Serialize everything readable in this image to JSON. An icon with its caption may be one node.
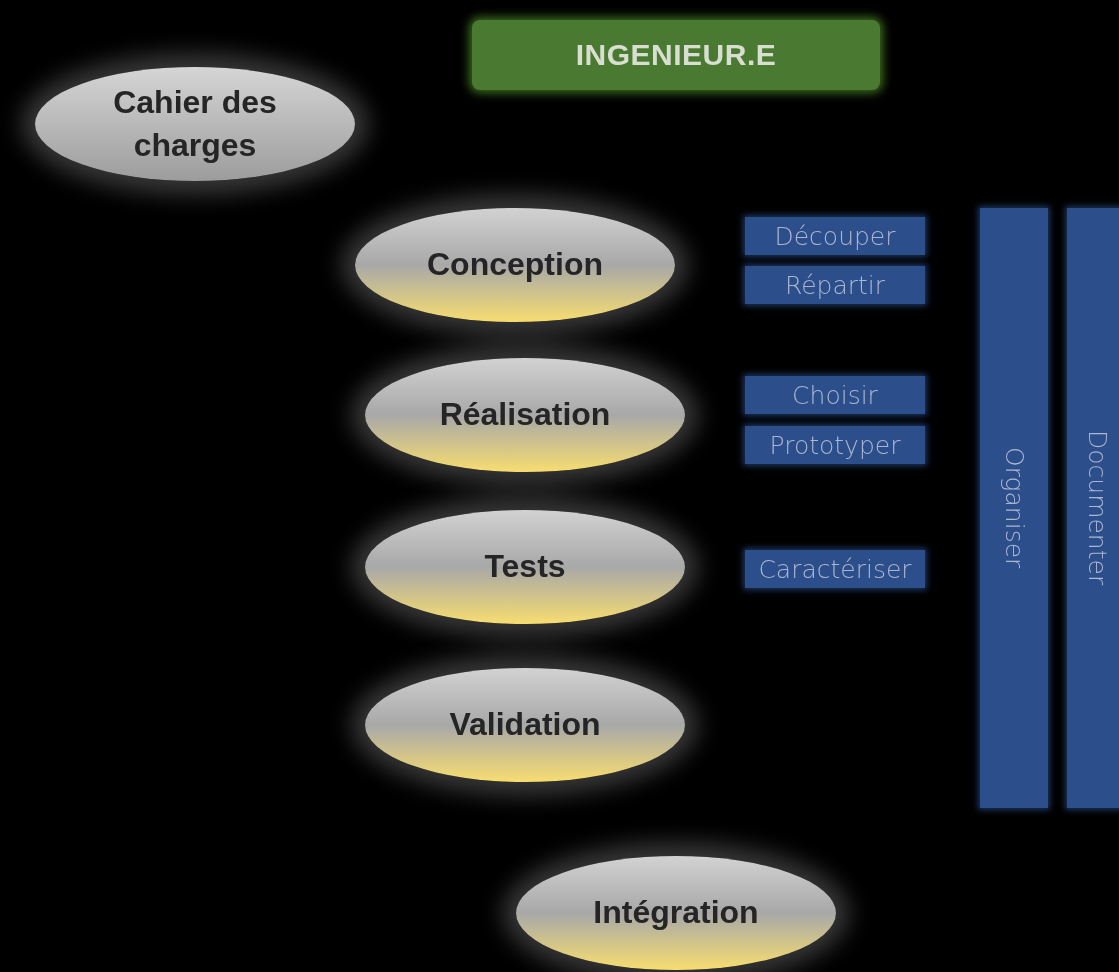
{
  "diagram": {
    "nodes": [
      {
        "text": [
          "INGENIEUR.E"
        ]
      },
      {
        "text": [
          "Cahier des charges"
        ]
      },
      {
        "text": [
          "Conception"
        ]
      },
      {
        "text": [
          "Réalisation"
        ]
      },
      {
        "text": [
          "Tests"
        ]
      },
      {
        "text": [
          "Validation"
        ]
      },
      {
        "text": [
          "Intégration"
        ]
      },
      {
        "text": [
          "Découper"
        ]
      },
      {
        "text": [
          "Répartir"
        ]
      },
      {
        "text": [
          "Choisir"
        ]
      },
      {
        "text": [
          "Prototyper"
        ]
      },
      {
        "text": [
          "Caractériser"
        ]
      },
      {
        "text": [
          "Organiser"
        ]
      },
      {
        "text": [
          "Documenter"
        ]
      }
    ]
  }
}
